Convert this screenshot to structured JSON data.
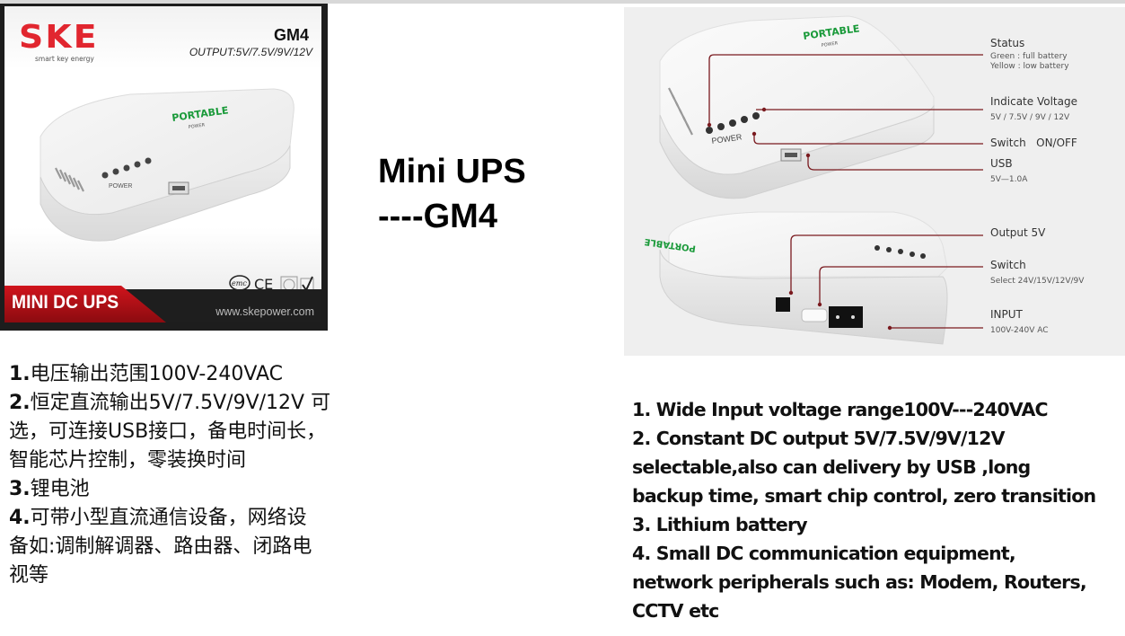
{
  "product_card": {
    "brand_logo": "SKE",
    "brand_tagline": "smart key energy",
    "model": "GM4",
    "output_spec": "OUTPUT:5V/7.5V/9V/12V",
    "device_brand": "PORTABLE",
    "device_brand_sub": "POWER",
    "device_power_label": "POWER",
    "certifications": [
      "emc-icon",
      "ce-icon",
      "iso-icon",
      "check-mark-icon"
    ],
    "banner_label": "MINI DC UPS",
    "website": "www.skepower.com",
    "colors": {
      "brand_red": "#e1262f",
      "banner_red": "#c0111a",
      "banner_dark": "#1e1e1e",
      "device_green": "#1a9a3a"
    }
  },
  "title": {
    "line1": "Mini UPS",
    "line2": "----GM4"
  },
  "annotated_photo": {
    "callouts_top": [
      {
        "label": "Status",
        "sub": [
          "Green : full battery",
          "Yellow : low battery"
        ]
      },
      {
        "label": "Indicate Voltage",
        "sub": [
          "5V / 7.5V / 9V / 12V"
        ]
      },
      {
        "label": "Switch   ON/OFF",
        "sub": []
      },
      {
        "label": "USB",
        "sub": [
          "5V—1.0A"
        ]
      }
    ],
    "callouts_bottom": [
      {
        "label": "Output 5V",
        "sub": []
      },
      {
        "label": "Switch",
        "sub": [
          "Select 24V/15V/12V/9V"
        ]
      },
      {
        "label": "INPUT",
        "sub": [
          "100V-240V AC"
        ]
      }
    ],
    "device_brand": "PORTABLE",
    "device_brand_sub": "POWER",
    "device_power_label": "POWER",
    "line_color": "#7a1a1f"
  },
  "chinese_features": [
    {
      "num": "1.",
      "lines": [
        "电压输出范围100V-240VAC"
      ]
    },
    {
      "num": "2.",
      "lines": [
        "恒定直流输出5V/7.5V/9V/12V 可",
        "选，可连接USB接口，备电时间长，",
        "智能芯片控制，零装换时间"
      ]
    },
    {
      "num": "3.",
      "lines": [
        "锂电池"
      ]
    },
    {
      "num": "4.",
      "lines": [
        "可带小型直流通信设备，网络设",
        "备如:调制解调器、路由器、闭路电",
        "视等"
      ]
    }
  ],
  "english_features": [
    "1. Wide Input voltage range100V---240VAC",
    "2. Constant DC output 5V/7.5V/9V/12V",
    "selectable,also can delivery by USB ,long",
    "backup time, smart chip control, zero transition",
    "3. Lithium battery",
    "4. Small DC communication equipment,",
    "network peripherals such as: Modem, Routers,",
    "CCTV etc"
  ]
}
